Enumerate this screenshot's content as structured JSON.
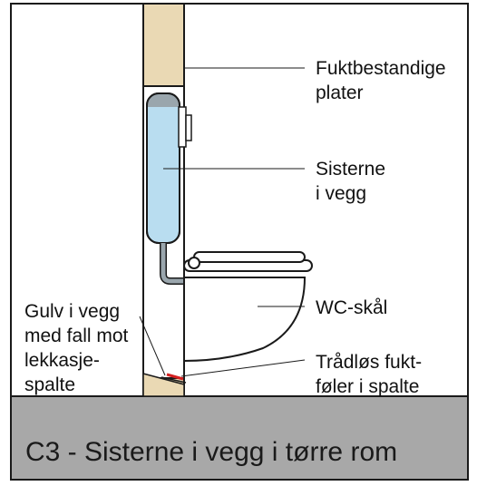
{
  "labels": {
    "moisture_boards": [
      "Fuktbestandige",
      "plater"
    ],
    "cistern": [
      "Sisterne",
      "i vegg"
    ],
    "bowl": "WC-skål",
    "sensor": [
      "Trådløs fukt-",
      "føler i spalte"
    ],
    "floor": [
      "Gulv i vegg",
      "med fall mot",
      "lekkasje-",
      "spalte"
    ]
  },
  "caption": "C3 - Sisterne i vegg i tørre rom",
  "colors": {
    "wall_board": "#ead9b4",
    "cistern_water": "#b9ddf0",
    "cistern_top": "#9aa6ad",
    "floor_band": "#a8a8a8",
    "outline": "#1a1a1a",
    "sensor": "#d42020"
  }
}
